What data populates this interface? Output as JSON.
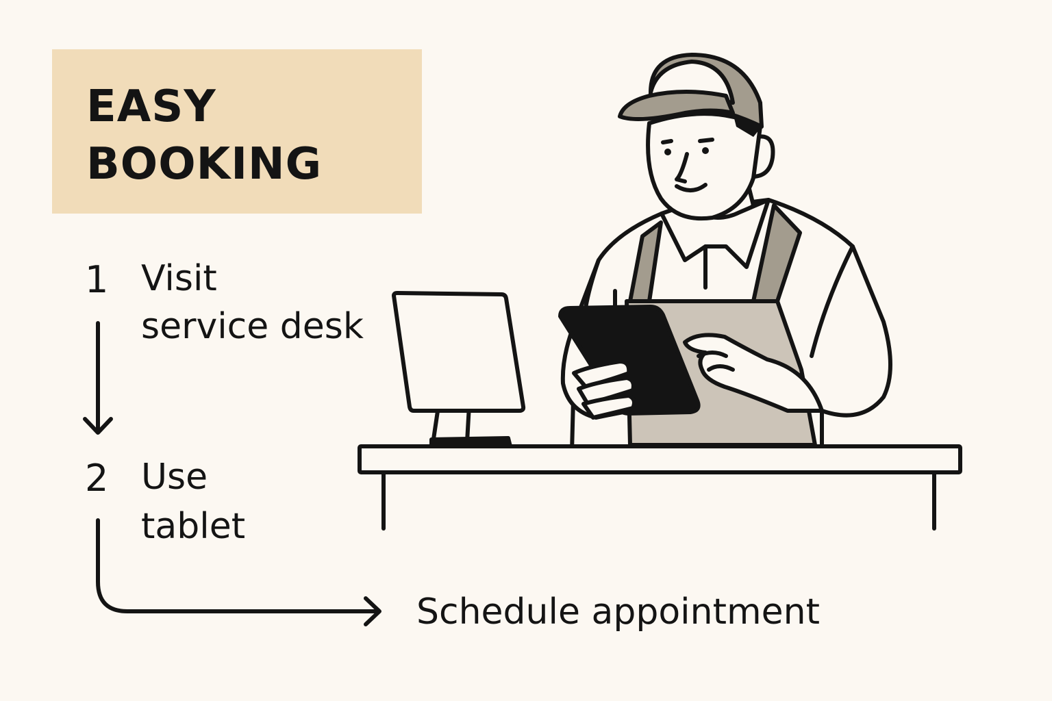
{
  "title": {
    "line1": "EASY",
    "line2": "BOOKING"
  },
  "steps": [
    {
      "number": "1",
      "line1": "Visit",
      "line2": "service desk"
    },
    {
      "number": "2",
      "line1": "Use",
      "line2": "tablet"
    }
  ],
  "result": "Schedule appointment",
  "colors": {
    "background": "#fcf8f2",
    "title_box": "#f1dcb9",
    "ink": "#141414",
    "apron": "#ccc4b8",
    "cap_and_straps": "#a39c8e"
  }
}
